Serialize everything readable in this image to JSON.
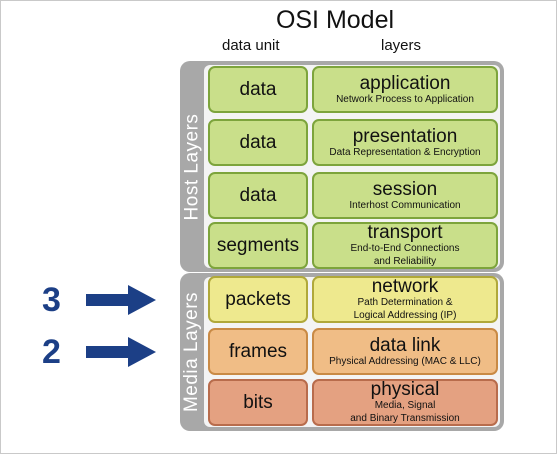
{
  "title": "OSI Model",
  "column_headers": {
    "data_unit": "data unit",
    "layers": "layers"
  },
  "groups": {
    "host": "Host Layers",
    "media": "Media Layers"
  },
  "layers": [
    {
      "unit": "data",
      "name": "application",
      "desc1": "Network Process to Application",
      "desc2": "",
      "color": "green"
    },
    {
      "unit": "data",
      "name": "presentation",
      "desc1": "Data Representation & Encryption",
      "desc2": "",
      "color": "green"
    },
    {
      "unit": "data",
      "name": "session",
      "desc1": "Interhost Communication",
      "desc2": "",
      "color": "green"
    },
    {
      "unit": "segments",
      "name": "transport",
      "desc1": "End-to-End Connections",
      "desc2": "and Reliability",
      "color": "green"
    },
    {
      "unit": "packets",
      "name": "network",
      "desc1": "Path Determination &",
      "desc2": "Logical Addressing (IP)",
      "color": "yellow"
    },
    {
      "unit": "frames",
      "name": "data link",
      "desc1": "Physical Addressing (MAC & LLC)",
      "desc2": "",
      "color": "orange"
    },
    {
      "unit": "bits",
      "name": "physical",
      "desc1": "Media, Signal",
      "desc2": "and Binary Transmission",
      "color": "salmon"
    }
  ],
  "markers": [
    {
      "number": "3",
      "points_to": "network"
    },
    {
      "number": "2",
      "points_to": "data link"
    }
  ],
  "colors": {
    "green": "#c9df8a",
    "yellow": "#eee98e",
    "orange": "#f0bd86",
    "salmon": "#e4a181",
    "group_bar": "#a8a8a8",
    "marker": "#1c3f86"
  }
}
